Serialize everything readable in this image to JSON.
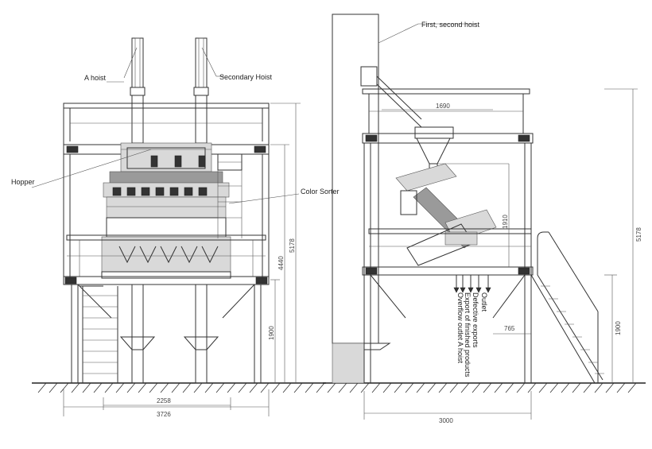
{
  "left_view": {
    "labels": {
      "a_hoist": "A hoist",
      "secondary_hoist": "Secondary Hoist",
      "hopper": "Hopper",
      "color_sorter": "Color Sorter"
    },
    "dimensions": {
      "overall_width": "3726",
      "inner_width": "2258",
      "platform_height": "1900",
      "frame_height": "4440",
      "total_height": "5178"
    }
  },
  "right_view": {
    "labels": {
      "first_second_hoist": "First, second hoist",
      "outlet": "Outlet",
      "defective_exports": "Defective exports",
      "export_finished": "Export of finished products",
      "overflow_outlet": "Overflow outlet  A hoist"
    },
    "dimensions": {
      "top_offset": "1690",
      "hopper_height": "1910",
      "outlet_offset": "765",
      "overall_width": "3000",
      "platform_height": "1900",
      "total_height": "5178"
    }
  }
}
